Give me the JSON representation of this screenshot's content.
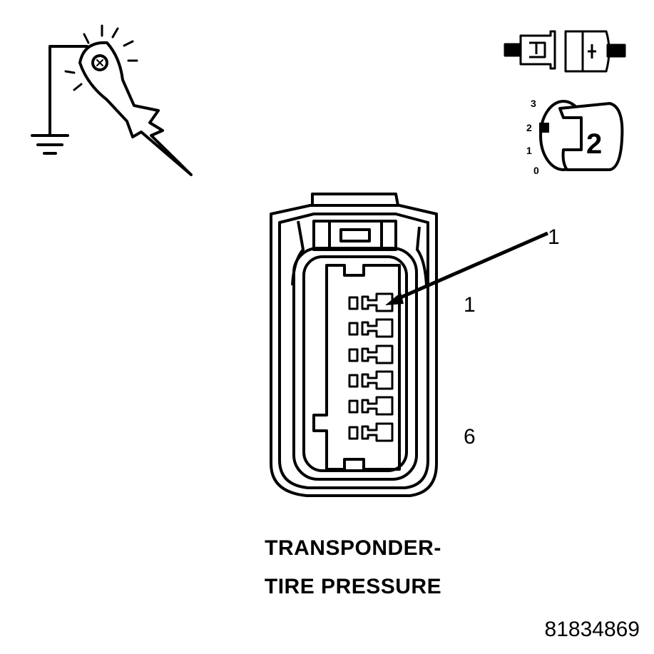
{
  "caption": {
    "line1": "TRANSPONDER-",
    "line2": "TIRE PRESSURE"
  },
  "figure_number": "81834869",
  "callout": "1",
  "pin_labels": {
    "first": "1",
    "last": "6"
  },
  "ignition": {
    "positions": [
      "3",
      "2",
      "1",
      "0"
    ],
    "key_label": "2"
  },
  "icons": [
    "test-light-ground-icon",
    "disconnect-connector-icon",
    "ignition-key-icon"
  ]
}
